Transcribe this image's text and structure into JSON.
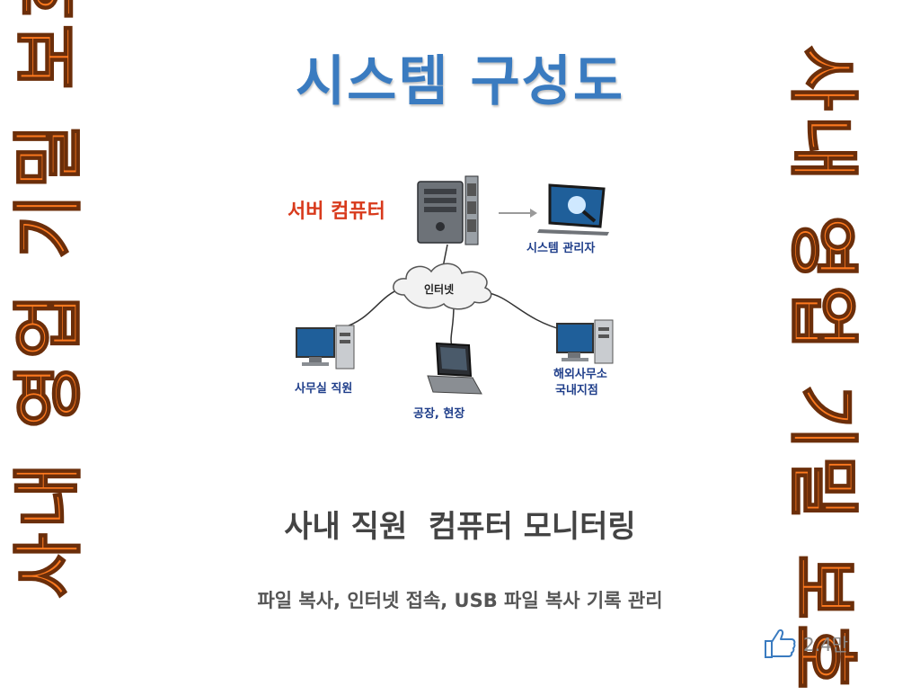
{
  "title": "시스템 구성도",
  "left_banner": "사내 영업 기밀 보호",
  "right_banner": "사내 영업 기밀 보호",
  "diagram": {
    "server_label": "서버 컴퓨터",
    "admin_label": "시스템 관리자",
    "cloud_label": "인터넷",
    "office_label": "사무실 직원",
    "field_label": "공장, 현장",
    "overseas_label_1": "해외사무소",
    "overseas_label_2": "국내지점"
  },
  "subtitle": "사내 직원  컴퓨터 모니터링",
  "caption": "파일 복사, 인터넷 접속, USB 파일 복사 기록 관리",
  "likes": {
    "count": "2.4만",
    "icon": "thumbs-up-icon"
  },
  "colors": {
    "title": "#3a7bc0",
    "banner": "#ff7a1f",
    "server_label": "#d83a1c",
    "node_label": "#1f3e8a"
  }
}
